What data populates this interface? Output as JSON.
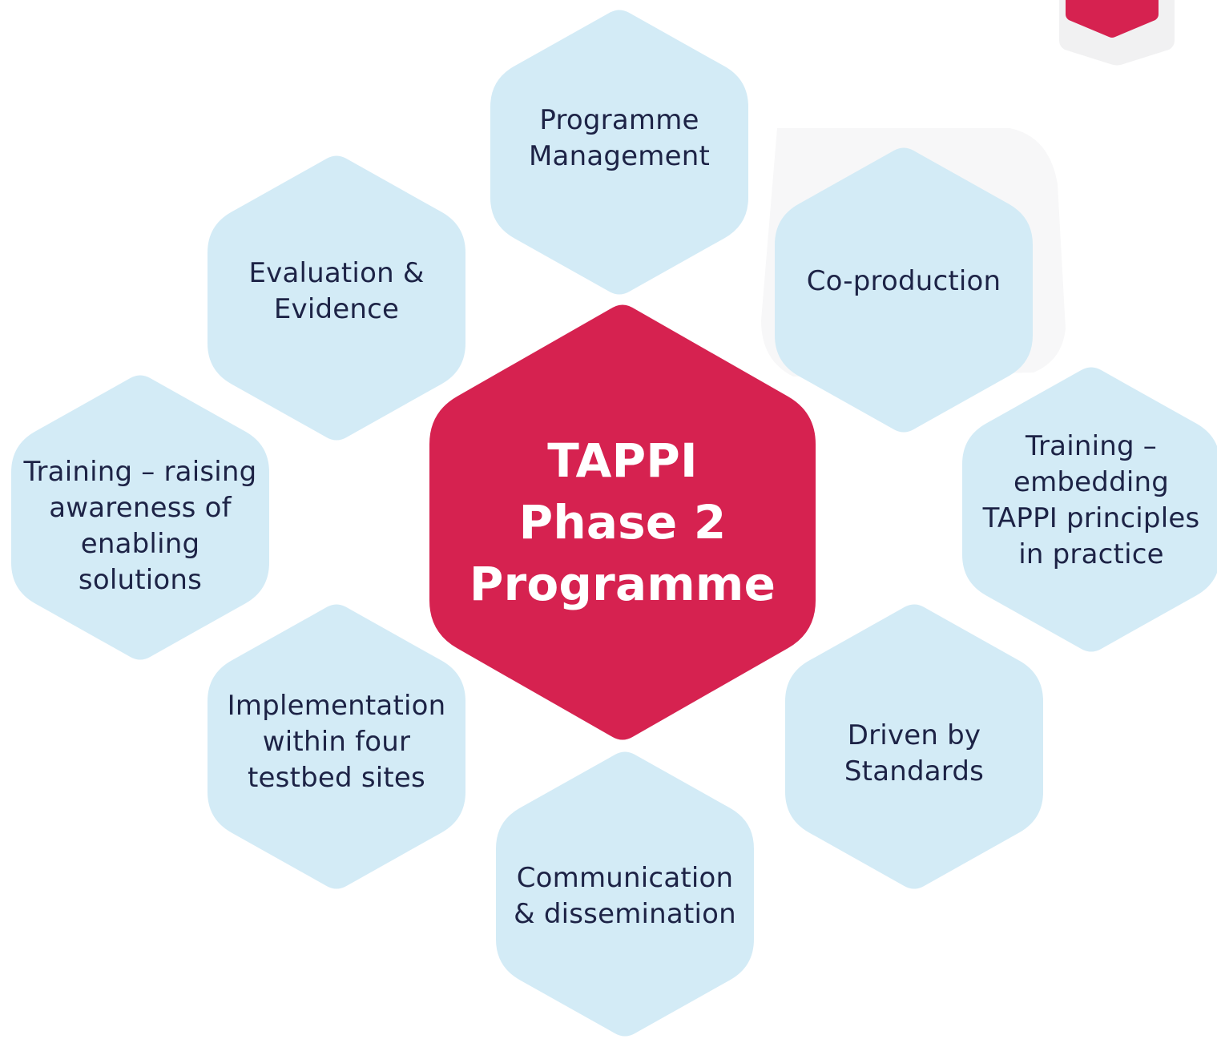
{
  "colors": {
    "outer_fill": "#d3ebf6",
    "center_fill": "#d62250",
    "outer_text": "#1d2346",
    "center_text": "#ffffff",
    "logo_shadow": "#f1f1f2",
    "logo_fill": "#d62250"
  },
  "center": {
    "lines": [
      "TAPPI",
      "Phase 2",
      "Programme"
    ]
  },
  "components": [
    {
      "id": "programme-management",
      "lines": [
        "Programme",
        "Management"
      ]
    },
    {
      "id": "evaluation-evidence",
      "lines": [
        "Evaluation &",
        "Evidence"
      ]
    },
    {
      "id": "co-production",
      "lines": [
        "Co-production"
      ]
    },
    {
      "id": "training-raising-awareness",
      "lines": [
        "Training – raising",
        "awareness of",
        "enabling",
        "solutions"
      ]
    },
    {
      "id": "training-embedding",
      "lines": [
        "Training –",
        "embedding",
        "TAPPI principles",
        "in practice"
      ]
    },
    {
      "id": "implementation-testbeds",
      "lines": [
        "Implementation",
        "within four",
        "testbed sites"
      ]
    },
    {
      "id": "driven-by-standards",
      "lines": [
        "Driven by",
        "Standards"
      ]
    },
    {
      "id": "communication-dissemination",
      "lines": [
        "Communication",
        "& dissemination"
      ]
    }
  ]
}
